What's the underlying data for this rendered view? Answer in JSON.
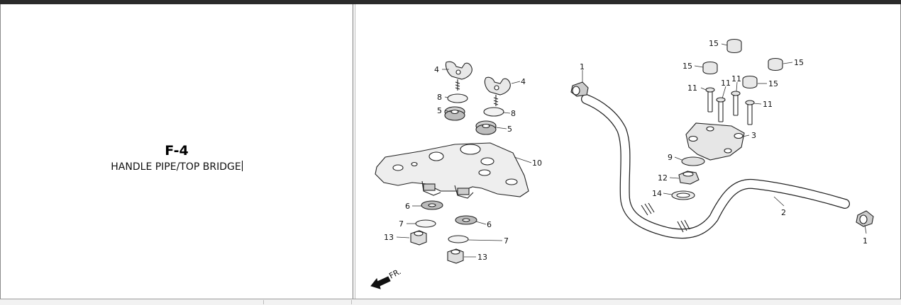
{
  "page": {
    "code": "F-4",
    "title": "HANDLE PIPE/TOP BRIDGE"
  },
  "diagram": {
    "direction_label": "FR.",
    "callouts": [
      "1",
      "1",
      "2",
      "3",
      "4",
      "4",
      "5",
      "5",
      "6",
      "6",
      "7",
      "7",
      "8",
      "8",
      "9",
      "10",
      "11",
      "11",
      "11",
      "11",
      "12",
      "13",
      "13",
      "14",
      "15",
      "15",
      "15",
      "15"
    ]
  }
}
